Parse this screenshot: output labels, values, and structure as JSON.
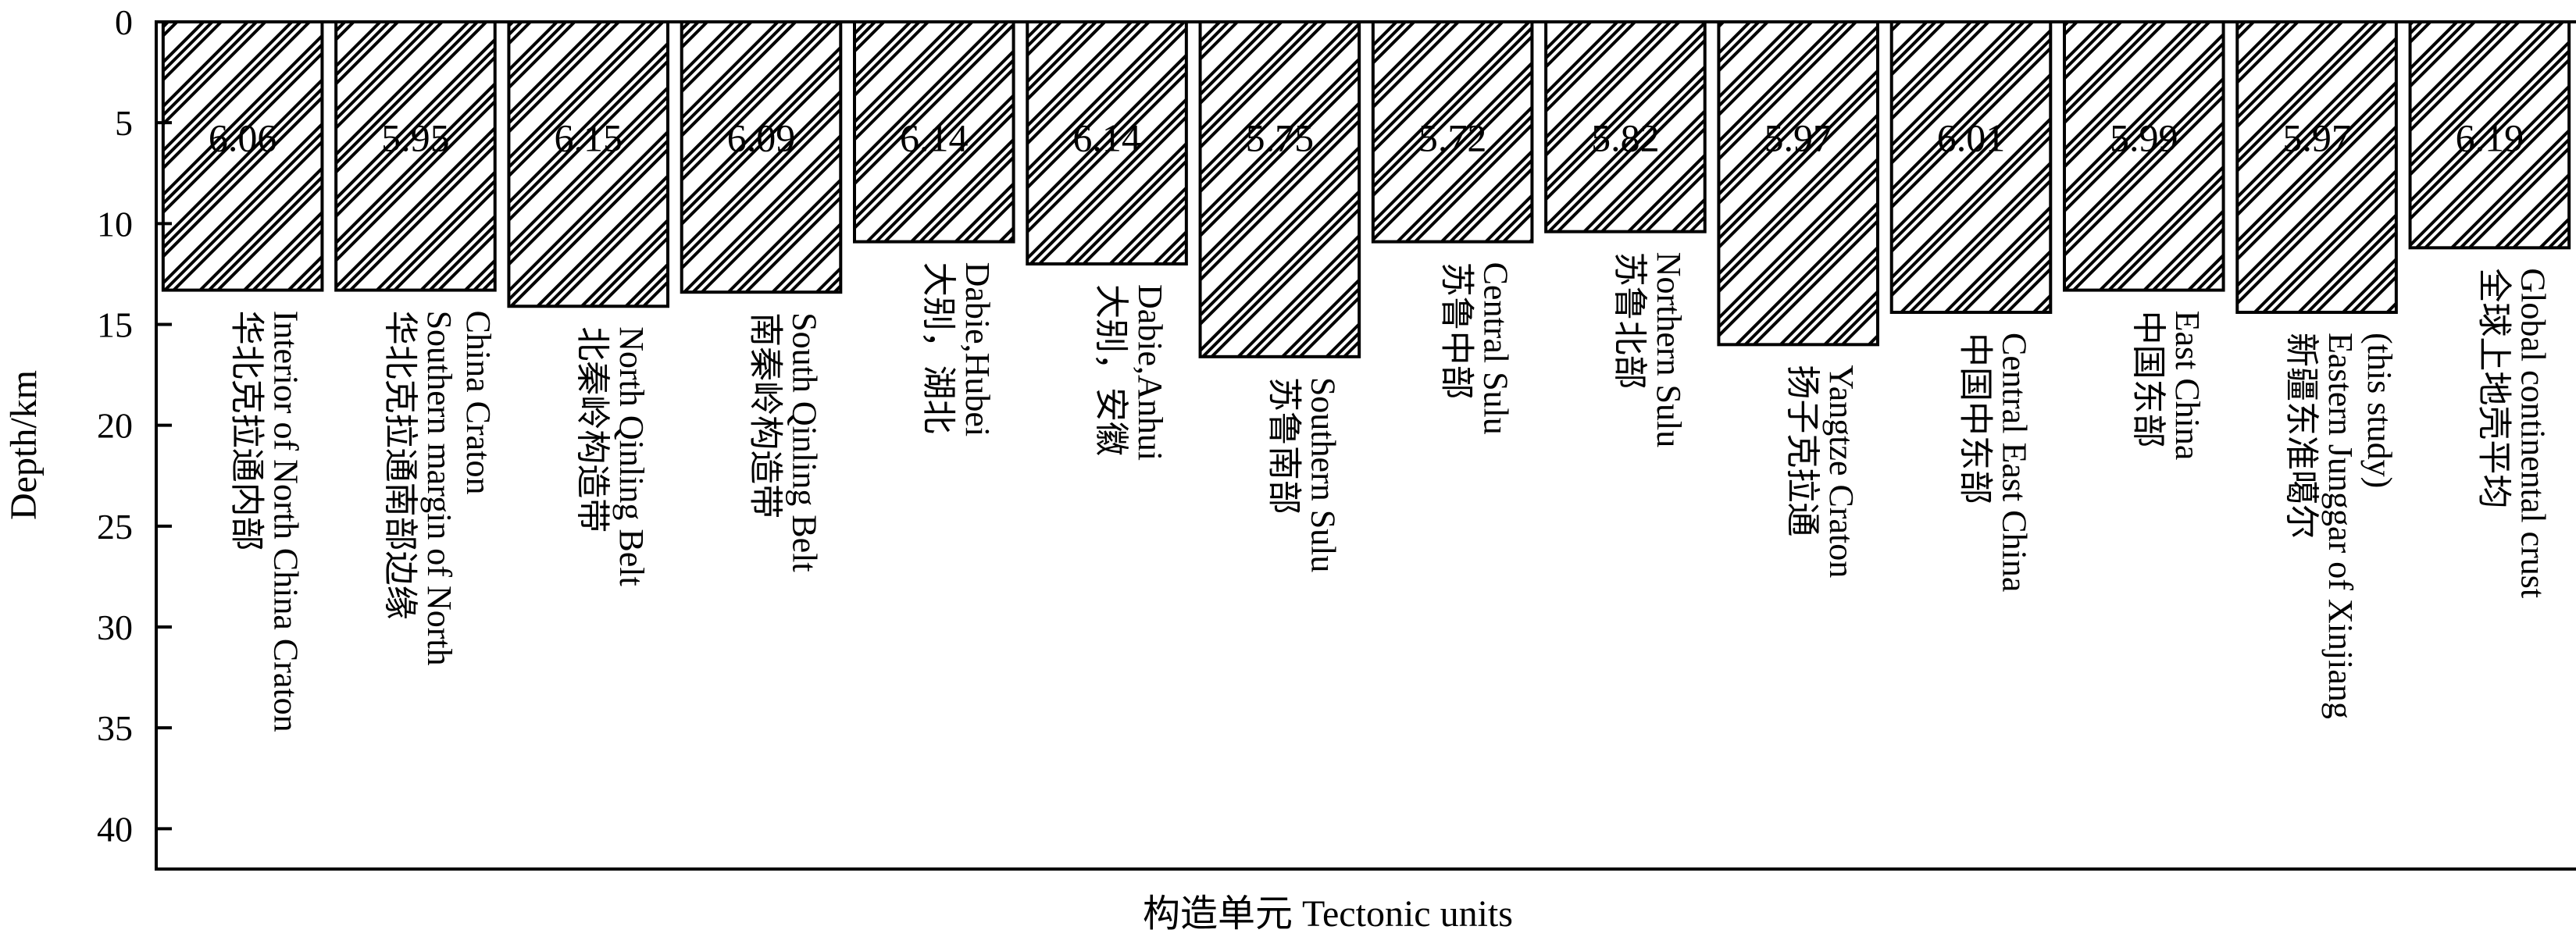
{
  "chart_data": {
    "type": "bar",
    "orientation": "vertical-down",
    "ylabel": "Depth/km",
    "xlabel": "构造单元 Tectonic units",
    "ylim": [
      0,
      42
    ],
    "y_ticks": [
      0,
      5,
      10,
      15,
      20,
      25,
      30,
      35,
      40
    ],
    "bar_fill": "diagonal-hatch",
    "categories": [
      {
        "zh": "华北克拉通内部",
        "en": [
          "Interior of North China Craton"
        ]
      },
      {
        "zh": "华北克拉通南部边缘",
        "en": [
          "Southern margin of North",
          "China Craton"
        ]
      },
      {
        "zh": "北秦岭构造带",
        "en": [
          "North Qinling Belt"
        ]
      },
      {
        "zh": "南秦岭构造带",
        "en": [
          "South Qinling Belt"
        ]
      },
      {
        "zh": "大别，湖北",
        "en": [
          "Dabie,Hubei"
        ]
      },
      {
        "zh": "大别，安徽",
        "en": [
          "Dabie,Anhui"
        ]
      },
      {
        "zh": "苏鲁南部",
        "en": [
          "Southern Sulu"
        ]
      },
      {
        "zh": "苏鲁中部",
        "en": [
          "Central Sulu"
        ]
      },
      {
        "zh": "苏鲁北部",
        "en": [
          "Northern Sulu"
        ]
      },
      {
        "zh": "扬子克拉通",
        "en": [
          "Yangtze Craton"
        ]
      },
      {
        "zh": "中国中东部",
        "en": [
          "Central East China"
        ]
      },
      {
        "zh": "中国东部",
        "en": [
          "East China"
        ]
      },
      {
        "zh": "新疆东准噶尔",
        "en": [
          "Eastern Junggar of Xinjiang",
          "(this study)"
        ]
      },
      {
        "zh": "全球上地壳平均",
        "en": [
          "Global continental crust"
        ]
      }
    ],
    "values": [
      13.3,
      13.3,
      14.1,
      13.4,
      10.9,
      12.0,
      16.6,
      10.9,
      10.4,
      16.0,
      14.4,
      13.3,
      14.4,
      11.2
    ],
    "data_labels": [
      "6.06",
      "5.95",
      "6.15",
      "6.09",
      "6.14",
      "6.14",
      "5.75",
      "5.72",
      "5.82",
      "5.97",
      "6.01",
      "5.99",
      "5.97",
      "6.19"
    ],
    "legend": "none",
    "grid": false
  }
}
